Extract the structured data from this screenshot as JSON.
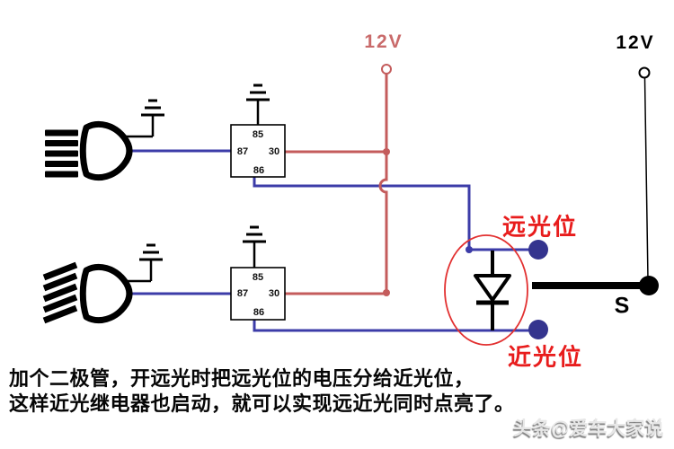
{
  "diagram": {
    "supply_left_label": "12V",
    "supply_right_label": "12V",
    "high_beam_label": "远光位",
    "low_beam_label": "近光位",
    "switch_label": "S",
    "relay_top": {
      "pin85": "85",
      "pin30": "30",
      "pin87": "87",
      "pin86": "86"
    },
    "relay_bottom": {
      "pin85": "85",
      "pin30": "30",
      "pin87": "87",
      "pin86": "86"
    }
  },
  "caption": {
    "line1": "加个二极管，开远光时把远光位的电压分给近光位，",
    "line2": "这样近光继电器也启动，就可以实现远近光同时点亮了。"
  },
  "watermark": "头条@爱车大家说",
  "icons": {
    "high_beam_headlight": "headlight-high-beam-icon",
    "low_beam_headlight": "headlight-low-beam-icon",
    "ground": "ground-icon",
    "diode": "diode-icon",
    "switch": "spdt-switch-icon"
  },
  "colors": {
    "wire_blue": "#3c3ca8",
    "wire_red": "#c45c5c",
    "terminal_blue": "#34348e",
    "supply_red_text": "#c96a6a",
    "beam_label_red": "#e81c1c",
    "highlight_ellipse_red": "#e23030",
    "ink_black": "#000000"
  }
}
